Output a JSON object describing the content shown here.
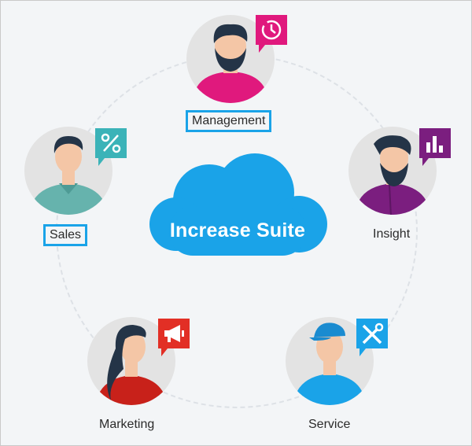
{
  "center": {
    "title": "Increase Suite"
  },
  "roles": {
    "management": {
      "label": "Management",
      "badge_icon": "clock-icon",
      "color": "#e0197d"
    },
    "sales": {
      "label": "Sales",
      "badge_icon": "percent-icon",
      "color": "#3bb3b8"
    },
    "insight": {
      "label": "Insight",
      "badge_icon": "bar-chart-icon",
      "color": "#7b1e7f"
    },
    "marketing": {
      "label": "Marketing",
      "badge_icon": "megaphone-icon",
      "color": "#e22f25"
    },
    "service": {
      "label": "Service",
      "badge_icon": "tools-icon",
      "color": "#1aa3e8"
    }
  },
  "highlight_color": "#1aa3e8",
  "cloud_color": "#1aa3e8"
}
